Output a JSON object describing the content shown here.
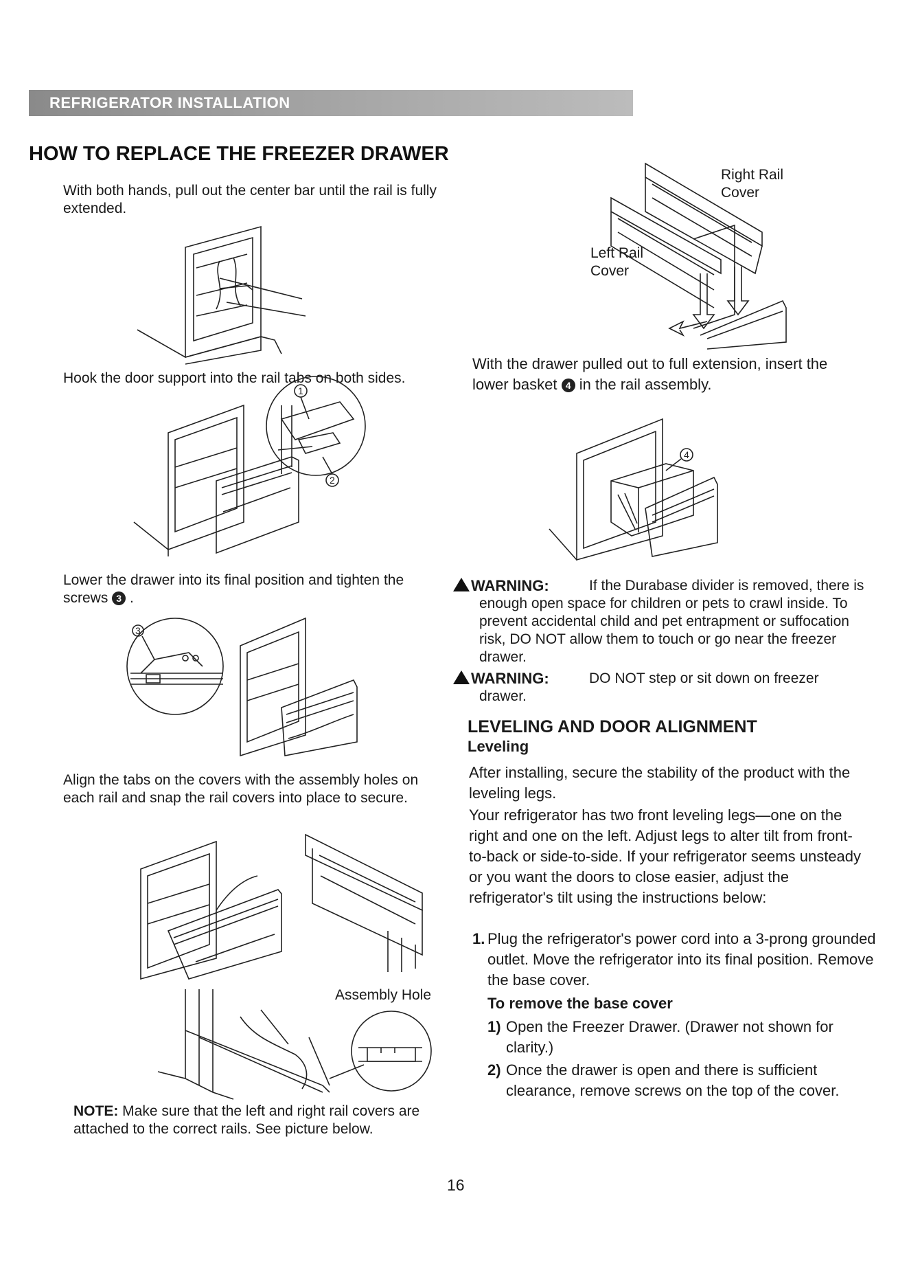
{
  "header": {
    "section": "REFRIGERATOR INSTALLATION"
  },
  "left": {
    "title": "HOW TO REPLACE THE FREEZER DRAWER",
    "step1": "With both hands, pull out the center bar until the rail is fully extended.",
    "step2": "Hook the door support into the rail tabs on both sides.",
    "step3_text": "Lower the drawer into its final position and tighten the screws",
    "step3_mark": "3",
    "step4": "Align the tabs on the covers with the assembly holes on each rail and snap the rail covers into place to secure.",
    "assembly_hole_label": "Assembly Hole",
    "note_label": "NOTE:",
    "note_text": "Make sure that the left and right rail covers are attached to the correct rails. See picture below."
  },
  "right": {
    "right_rail_label": "Right Rail Cover",
    "left_rail_label": "Left Rail Cover",
    "basket_pre": "With the drawer pulled out to full extension, insert the lower basket",
    "basket_mark": "4",
    "basket_post": "in the rail assembly.",
    "warning1_label": "WARNING:",
    "warning1_text": "If the Durabase divider is removed, there is enough open space for children or pets to crawl inside. To prevent accidental child and pet entrapment or suffocation risk, DO NOT allow them to touch or go near the freezer drawer.",
    "warning2_label": "WARNING:",
    "warning2_text": "DO NOT step or sit down on freezer drawer.",
    "leveling_title": "LEVELING AND DOOR ALIGNMENT",
    "leveling_sub": "Leveling",
    "para1": "After installing, secure the stability of the product with the leveling legs.",
    "para2": "Your refrigerator has two front leveling legs—one on the right and one on the left. Adjust legs to alter tilt from front-to-back or side-to-side. If your refrigerator seems unsteady or you want the doors to close easier, adjust the refrigerator's tilt using the instructions below:",
    "step1_num": "1.",
    "step1_text": "Plug the refrigerator's power cord into a 3-prong grounded outlet. Move the refrigerator into its final position. Remove the base cover.",
    "remove_title": "To remove the base cover",
    "sub1_num": "1)",
    "sub1_text": "Open the Freezer Drawer. (Drawer not shown for clarity.)",
    "sub2_num": "2)",
    "sub2_text": "Once the drawer is open and there is sufficient clearance, remove screws on the top of the cover."
  },
  "callouts": {
    "c1": "1",
    "c2": "2",
    "c3": "3",
    "c4": "4"
  },
  "page_number": "16"
}
